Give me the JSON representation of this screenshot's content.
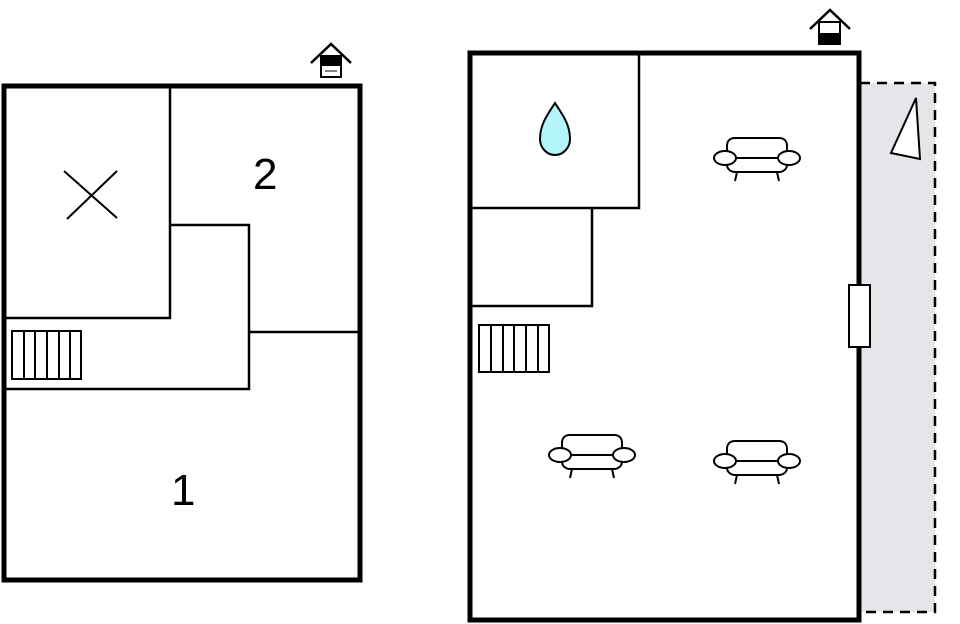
{
  "diagram": {
    "type": "floor-plan",
    "colors": {
      "wall": "#000000",
      "background": "#ffffff",
      "terrace_fill": "#e6e6ea",
      "water_drop_fill": "#b3f5fb"
    },
    "floors": [
      {
        "id": "upper-floor",
        "entrance_icon": "house-entrance-icon",
        "rooms": [
          {
            "id": "void-area",
            "symbol": "cross-icon",
            "label": ""
          },
          {
            "id": "bedroom-2",
            "label": "2"
          },
          {
            "id": "hallway",
            "label": "",
            "symbol": "stairs-icon"
          },
          {
            "id": "bedroom-1",
            "label": "1"
          }
        ]
      },
      {
        "id": "ground-floor",
        "entrance_icon": "house-entrance-icon",
        "rooms": [
          {
            "id": "bathroom",
            "symbol": "water-drop-icon",
            "label": ""
          },
          {
            "id": "storage",
            "label": ""
          },
          {
            "id": "living-room",
            "symbols": [
              "armchair-icon",
              "armchair-icon",
              "armchair-icon",
              "stairs-icon",
              "door-icon"
            ],
            "label": ""
          },
          {
            "id": "terrace",
            "symbol": "sail-icon",
            "label": "",
            "style": "dashed-outline"
          }
        ]
      }
    ]
  }
}
